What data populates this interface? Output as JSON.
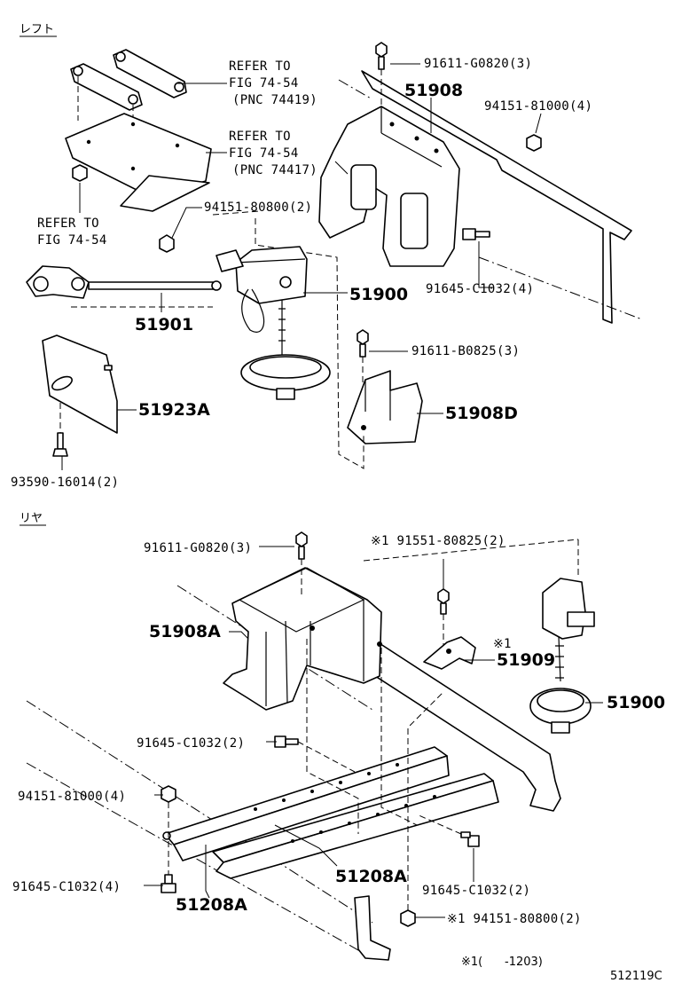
{
  "sections": {
    "left_title": "レフト",
    "rear_title": "リヤ"
  },
  "labels": {
    "refer_a": [
      "REFER TO",
      "FIG 74-54",
      "(PNC 74419)"
    ],
    "refer_b": [
      "REFER TO",
      "FIG 74-54",
      "(PNC 74417)"
    ],
    "refer_c": [
      "REFER TO",
      "FIG 74-54"
    ],
    "l_91611_g0820": "91611-G0820(3)",
    "l_51908": "51908",
    "l_94151_81000": "94151-81000(4)",
    "l_94151_80800": "94151-80800(2)",
    "l_91645_c1032": "91645-C1032(4)",
    "l_51901": "51901",
    "l_51900": "51900",
    "l_91611_b0825": "91611-B0825(3)",
    "l_51923a": "51923A",
    "l_51908d": "51908D",
    "l_93590_16014": "93590-16014(2)",
    "r_91611_g0820": "91611-G0820(3)",
    "r_91551_80825": "※1 91551-80825(2)",
    "r_51908a": "51908A",
    "r_mark1": "※1",
    "r_51909": "51909",
    "r_51900": "51900",
    "r_91645_c1032_a": "91645-C1032(2)",
    "r_94151_81000": "94151-81000(4)",
    "r_91645_c1032_b": "91645-C1032(4)",
    "r_51208a_1": "51208A",
    "r_51208a_2": "51208A",
    "r_91645_c1032_c": "91645-C1032(2)",
    "r_94151_80800": "※1 94151-80800(2)"
  },
  "footnote": "※1(      -1203)",
  "figure_code": "512119C"
}
